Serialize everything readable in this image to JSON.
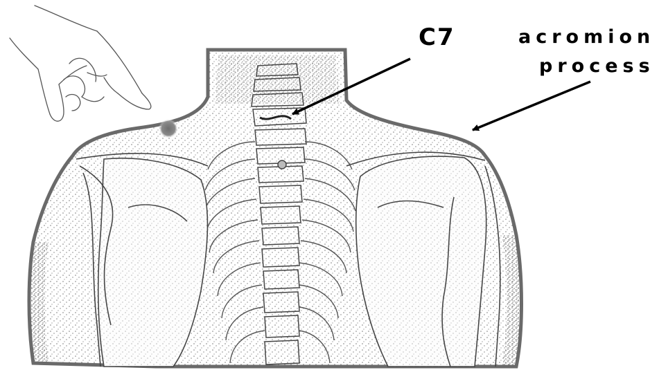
{
  "figure": {
    "title": "",
    "labels": {
      "c7": "C7",
      "acromion_line1": "acromion",
      "acromion_line2": "process"
    },
    "icons": [
      "pointing-hand-icon",
      "palpation-dot-icon"
    ],
    "colors": {
      "ink": "#000000",
      "sketch": "#555555",
      "outline": "#6a6a6a",
      "stipple": "#7a7a7a",
      "dot": "#808080",
      "background": "#ffffff"
    }
  }
}
